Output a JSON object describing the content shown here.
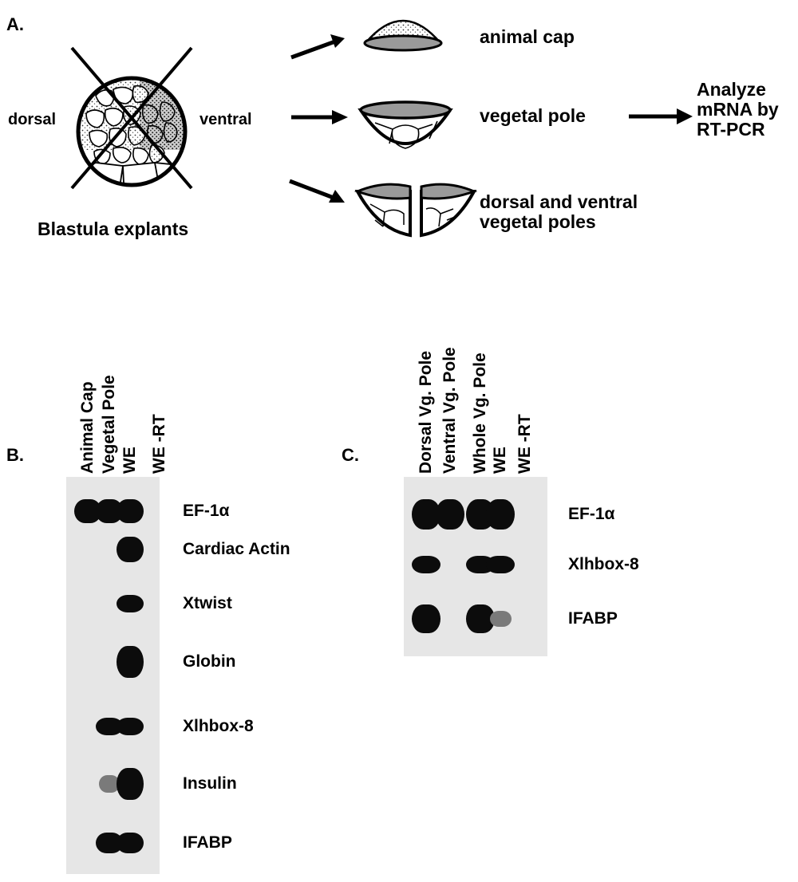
{
  "panel_a": {
    "letter": "A.",
    "left_label": "dorsal",
    "right_label": "ventral",
    "caption": "Blastula explants",
    "explant_animal_cap": "animal cap",
    "explant_vegetal_pole": "vegetal pole",
    "explant_dv_line1": "dorsal and ventral",
    "explant_dv_line2": "vegetal poles",
    "analyze_line1": "Analyze",
    "analyze_line2": "mRNA by",
    "analyze_line3": "RT-PCR"
  },
  "panel_b": {
    "letter": "B.",
    "lanes": [
      "Animal Cap",
      "Vegetal Pole",
      "WE",
      "WE -RT"
    ],
    "genes": [
      "EF-1α",
      "Cardiac Actin",
      "Xtwist",
      "Globin",
      "Xlhbox-8",
      "Insulin",
      "IFABP"
    ],
    "expression": [
      [
        1,
        1,
        1,
        0
      ],
      [
        0,
        0,
        1,
        0
      ],
      [
        0,
        0,
        1,
        0
      ],
      [
        0,
        0,
        1,
        0
      ],
      [
        0,
        1,
        1,
        0
      ],
      [
        0,
        0.4,
        1,
        0
      ],
      [
        0,
        1,
        1,
        0
      ]
    ]
  },
  "panel_c": {
    "letter": "C.",
    "lanes": [
      "Dorsal Vg. Pole",
      "Ventral Vg. Pole",
      "Whole Vg. Pole",
      "WE",
      "WE -RT"
    ],
    "genes": [
      "EF-1α",
      "Xlhbox-8",
      "IFABP"
    ],
    "expression": [
      [
        1,
        1,
        1,
        1,
        0
      ],
      [
        1,
        0,
        1,
        1,
        0
      ],
      [
        1,
        0,
        1,
        0.4,
        0
      ]
    ]
  },
  "colors": {
    "gel_background": "#e6e6e6",
    "band": "#0c0c0c",
    "tissue_grey": "#9a9a9a"
  }
}
